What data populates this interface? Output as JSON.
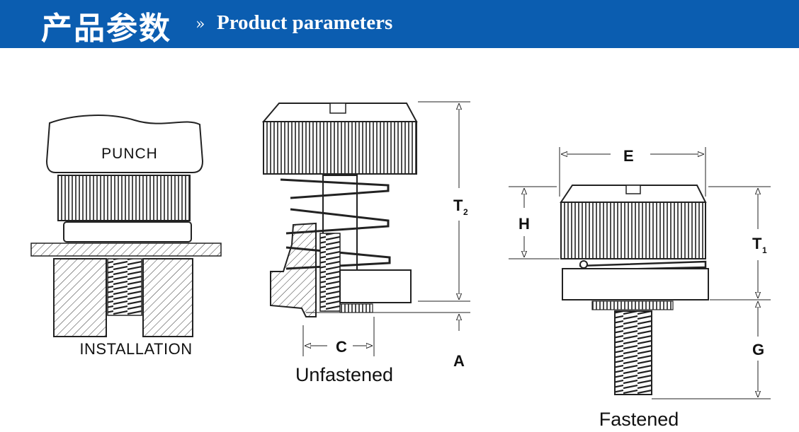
{
  "header": {
    "title_zh": "产品参数",
    "chevron": "»",
    "title_en": "Product parameters",
    "bg_color": "#0b5db0"
  },
  "installation": {
    "punch_label": "PUNCH",
    "caption": "INSTALLATION"
  },
  "unfastened": {
    "caption": "Unfastened",
    "dim_t2": "T",
    "dim_t2_sub": "2",
    "dim_c": "C",
    "dim_a": "A"
  },
  "fastened": {
    "caption": "Fastened",
    "dim_e": "E",
    "dim_h": "H",
    "dim_t1": "T",
    "dim_t1_sub": "1",
    "dim_g": "G"
  }
}
